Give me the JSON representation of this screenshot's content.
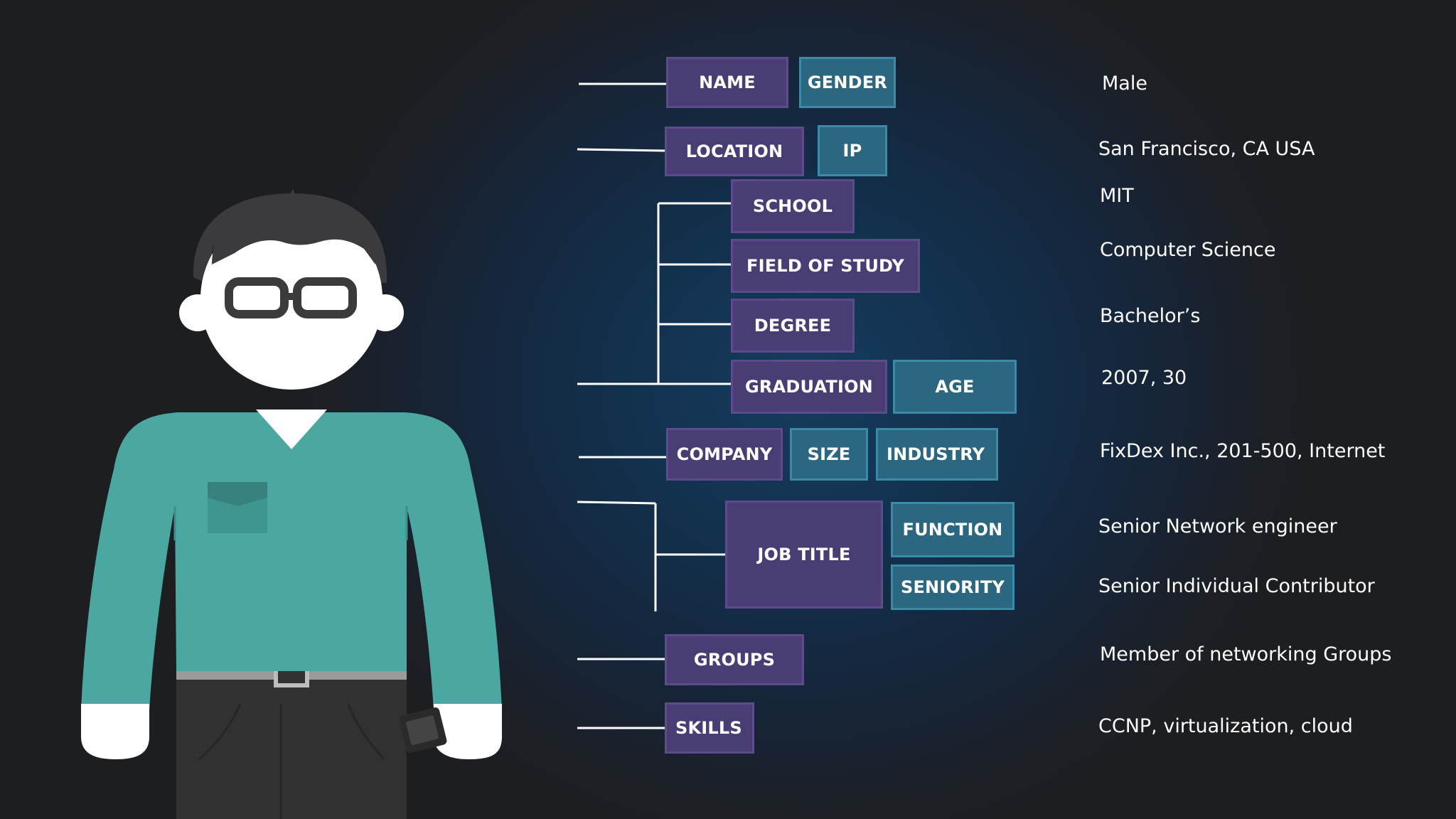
{
  "boxes": {
    "name": "NAME",
    "gender": "GENDER",
    "location": "LOCATION",
    "ip": "IP",
    "school": "SCHOOL",
    "field_of_study": "FIELD OF STUDY",
    "degree": "DEGREE",
    "graduation": "GRADUATION",
    "age": "AGE",
    "company": "COMPANY",
    "size": "SIZE",
    "industry": "INDUSTRY",
    "job_title": "JOB TITLE",
    "function": "FUNCTION",
    "seniority": "SENIORITY",
    "groups": "GROUPS",
    "skills": "SKILLS"
  },
  "values": {
    "gender": "Male",
    "location": "San Francisco, CA USA",
    "school": "MIT",
    "field_of_study": "Computer Science",
    "degree": "Bachelor’s",
    "graduation_age": "2007, 30",
    "company": "FixDex Inc., 201-500, Internet",
    "function": "Senior Network engineer",
    "seniority": "Senior Individual Contributor",
    "groups": "Member of networking Groups",
    "skills": "CCNP, virtualization, cloud"
  },
  "colors": {
    "purple_box": "#4a3d73",
    "teal_box": "#2c6782",
    "shirt": "#4ba7a2",
    "background": "#1d1e20"
  },
  "icons": {
    "person": "person-illustration-icon",
    "phone": "phone-icon"
  }
}
